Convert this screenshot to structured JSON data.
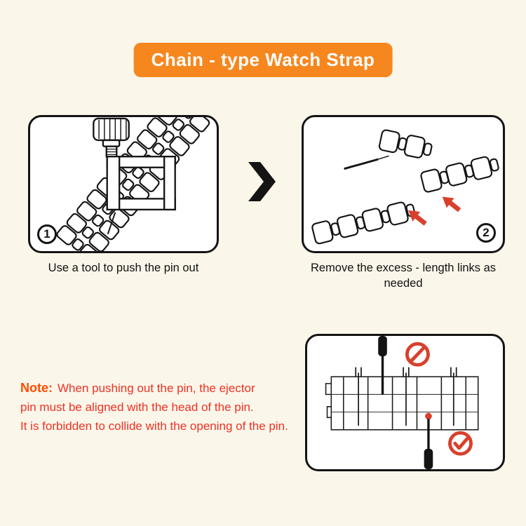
{
  "page": {
    "background": "#FBF6EA"
  },
  "title": {
    "text": "Chain - type Watch Strap",
    "background": "#F6871F",
    "color": "#FFFFFF"
  },
  "steps": [
    {
      "number": "1",
      "caption": "Use a tool to push the pin out"
    },
    {
      "number": "2",
      "caption": "Remove the excess - length links as needed"
    }
  ],
  "note": {
    "label": "Note:",
    "line1": "When pushing out the pin, the ejector",
    "line2": "pin must be aligned with the head of the pin.",
    "line3": "It is forbidden to collide with the opening of the pin.",
    "label_color": "#FF4B00",
    "text_color": "#EE3124"
  },
  "icons": {
    "next-step-arrow-icon": "heavy-right-chevron",
    "prohibition-icon": "red-circle-with-slash",
    "check-icon": "red-circle-with-checkmark",
    "red-arrow-icon": "solid-red-arrow-toward-gap"
  },
  "colors": {
    "panel_border": "#141414",
    "line_black": "#141414",
    "accent_red": "#D9402C"
  }
}
